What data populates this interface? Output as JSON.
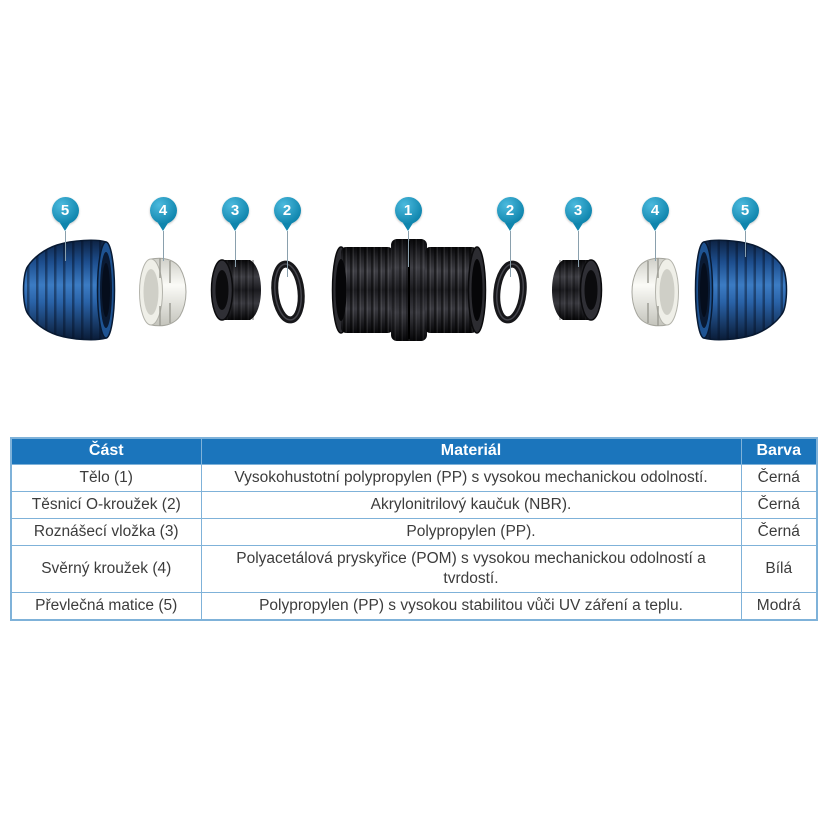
{
  "colors": {
    "callout_teal": "#0f85ad",
    "table_header_blue": "#1b75bc",
    "table_border_blue": "#7fb2d9",
    "nut_blue": "#2a63a8",
    "part_black": "#1b1b1f",
    "part_white": "#f5f5f0"
  },
  "diagram": {
    "callouts": [
      {
        "label": "5"
      },
      {
        "label": "4"
      },
      {
        "label": "3"
      },
      {
        "label": "2"
      },
      {
        "label": "1"
      },
      {
        "label": "2"
      },
      {
        "label": "3"
      },
      {
        "label": "4"
      },
      {
        "label": "5"
      }
    ]
  },
  "table": {
    "headers": [
      "Část",
      "Materiál",
      "Barva"
    ],
    "rows": [
      {
        "part": "Tělo (1)",
        "material": "Vysokohustotní polypropylen (PP) s vysokou mechanickou odolností.",
        "color": "Černá"
      },
      {
        "part": "Těsnicí O-kroužek (2)",
        "material": "Akrylonitrilový kaučuk (NBR).",
        "color": "Černá"
      },
      {
        "part": "Roznášecí vložka (3)",
        "material": "Polypropylen (PP).",
        "color": "Černá"
      },
      {
        "part": "Svěrný kroužek (4)",
        "material": "Polyacetálová pryskyřice (POM) s vysokou mechanickou odolností a tvrdostí.",
        "color": "Bílá"
      },
      {
        "part": "Převlečná matice (5)",
        "material": "Polypropylen (PP) s vysokou stabilitou vůči UV záření a teplu.",
        "color": "Modrá"
      }
    ]
  }
}
